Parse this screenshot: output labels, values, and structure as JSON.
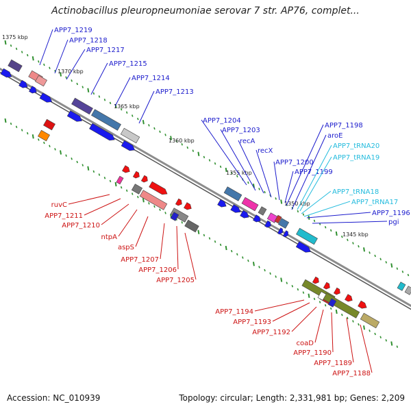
{
  "title": "Actinobacillus pleuropneumoniae serovar 7 str. AP76, complet...",
  "footer": {
    "accession": "Accession: NC_010939",
    "summary": "Topology: circular; Length: 2,331,981 bp; Genes: 2,209"
  },
  "colors": {
    "backbone": "#8c8c8c",
    "tick": "#2f8f2f",
    "blue_label": "#1a1acc",
    "red_label": "#cc1111",
    "cyan_label": "#22bbdd"
  },
  "scale_labels": [
    "1375 kbp",
    "1370 kbp",
    "1365 kbp",
    "1360 kbp",
    "1355 kbp",
    "1350 kbp",
    "1345 kbp"
  ],
  "gene_labels": [
    "APP7_1219",
    "APP7_1218",
    "APP7_1217",
    "APP7_1215",
    "APP7_1214",
    "APP7_1213",
    "APP7_1204",
    "APP7_1203",
    "recA",
    "recX",
    "APP7_1200",
    "APP7_1199",
    "APP7_1198",
    "aroE",
    "APP7_tRNA20",
    "APP7_tRNA19",
    "APP7_tRNA18",
    "APP7_tRNA17",
    "APP7_1196",
    "pgi",
    "ruvC",
    "APP7_1211",
    "APP7_1210",
    "ntpA",
    "aspS",
    "APP7_1207",
    "APP7_1206",
    "APP7_1205",
    "APP7_1194",
    "APP7_1193",
    "APP7_1192",
    "coaD",
    "APP7_1190",
    "APP7_1189",
    "APP7_1188"
  ]
}
